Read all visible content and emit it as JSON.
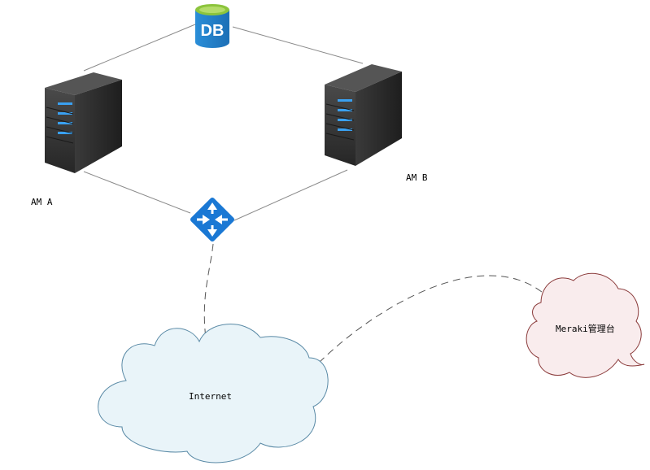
{
  "nodes": {
    "db": {
      "text": "DB",
      "color": "#2a8ed8",
      "top_color": "#8cc43c"
    },
    "server_a": {
      "label": "AM A"
    },
    "server_b": {
      "label": "AM B"
    },
    "router": {
      "color": "#1a78d4"
    },
    "internet": {
      "label": "Internet",
      "fill": "#e9f4f9",
      "stroke": "#5a8aa6"
    },
    "meraki": {
      "label": "Meraki管理台",
      "fill": "#f9eced",
      "stroke": "#8a3a3a"
    }
  },
  "colors": {
    "line": "#8a8a8a",
    "server_body": "#2d2d2d",
    "server_led": "#3aa0f0"
  }
}
